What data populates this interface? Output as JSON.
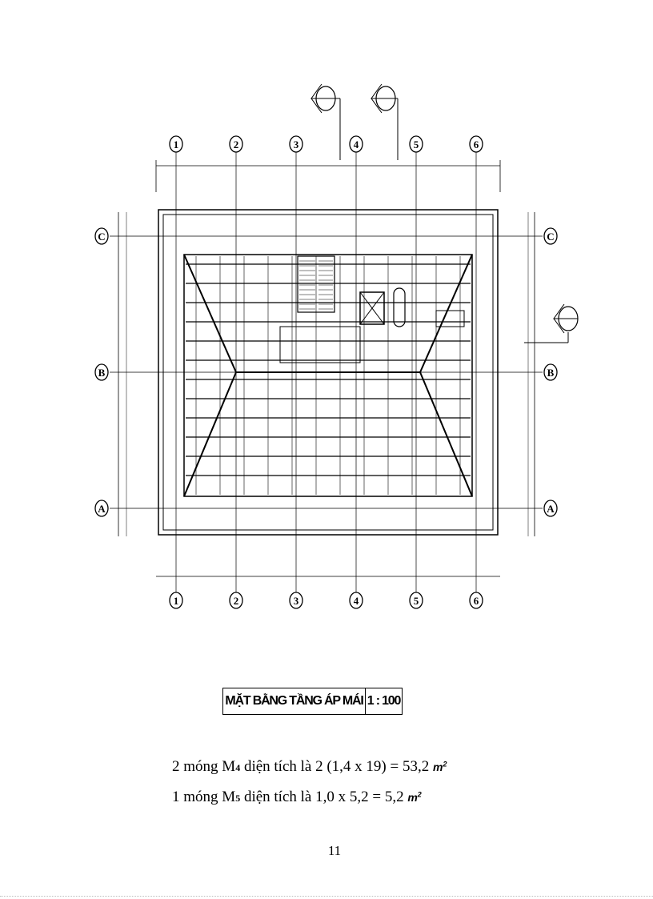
{
  "drawing": {
    "grid_columns": [
      "1",
      "2",
      "3",
      "4",
      "5",
      "6"
    ],
    "grid_rows": [
      "C",
      "B",
      "A"
    ]
  },
  "title_block": {
    "title": "MẶT BẰNG TẦNG ÁP MÁI",
    "scale": "1 : 100"
  },
  "body": {
    "line1": {
      "prefix": "2 móng M",
      "sub": "4",
      "rest": " diện tích là 2 (1,4 x 19) = 53,2 ",
      "unit": "m",
      "exp": "2"
    },
    "line2": {
      "prefix": "1 móng M",
      "sub": "5",
      "rest": " diện tích là 1,0 x 5,2 = 5,2 ",
      "unit": "m",
      "exp": "2"
    }
  },
  "page_number": "11"
}
